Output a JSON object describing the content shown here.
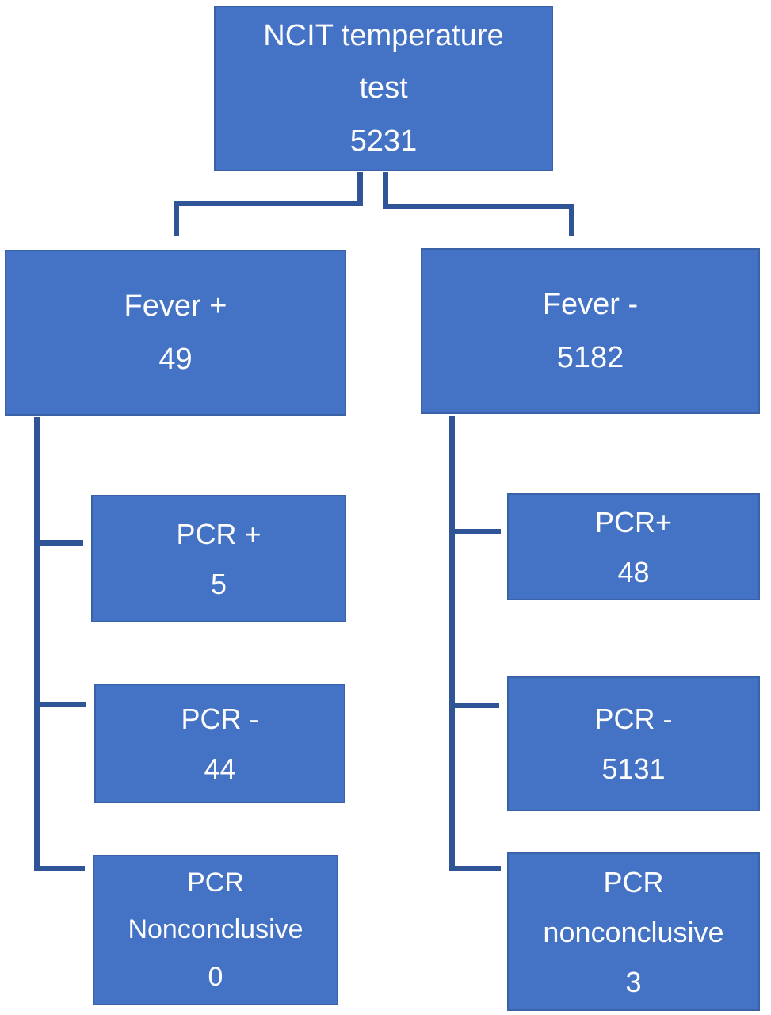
{
  "title": "NCIT temperature test flowchart",
  "colors": {
    "box_fill": "#4472C4",
    "box_border": "#3A62A8",
    "connector": "#2F5597",
    "text": "#FDFDFE",
    "background": "#FFFFFF"
  },
  "nodes": {
    "root": {
      "lines": [
        "NCIT temperature",
        "test",
        "5231"
      ],
      "value": "5231"
    },
    "fever_positive": {
      "lines": [
        "Fever +",
        "49"
      ],
      "value": "49"
    },
    "fever_negative": {
      "lines": [
        "Fever -",
        "5182"
      ],
      "value": "5182"
    },
    "fever_positive_pcr_positive": {
      "lines": [
        "PCR +",
        "5"
      ],
      "value": "5"
    },
    "fever_positive_pcr_negative": {
      "lines": [
        "PCR -",
        "44"
      ],
      "value": "44"
    },
    "fever_positive_pcr_nonconclusive": {
      "lines": [
        "PCR",
        "Nonconclusive",
        "0"
      ],
      "value": "0"
    },
    "fever_negative_pcr_positive": {
      "lines": [
        "PCR+",
        "48"
      ],
      "value": "48"
    },
    "fever_negative_pcr_negative": {
      "lines": [
        "PCR -",
        "5131"
      ],
      "value": "5131"
    },
    "fever_negative_pcr_nonconclusive": {
      "lines": [
        "PCR",
        "nonconclusive",
        "3"
      ],
      "value": "3"
    }
  }
}
